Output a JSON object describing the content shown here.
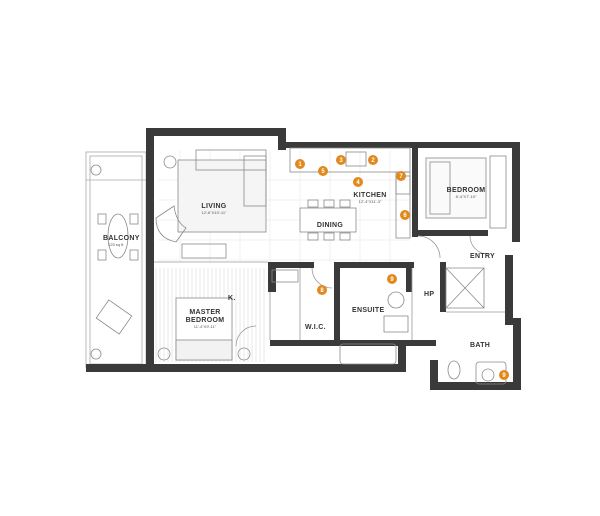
{
  "rooms": {
    "balcony": {
      "name": "BALCONY",
      "size": "125 sq ft"
    },
    "living": {
      "name": "LIVING",
      "size": "12'-6\"X10'-11\""
    },
    "dining": {
      "name": "DINING"
    },
    "kitchen": {
      "name": "KITCHEN",
      "size": "12'-4\"X11'-3\""
    },
    "bedroom": {
      "name": "BEDROOM",
      "size": "8'-4\"X7'-10\""
    },
    "master": {
      "name_line1": "MASTER",
      "name_line2": "BEDROOM",
      "size": "11'-4\"X9'-11\""
    },
    "wic": {
      "name": "W.I.C."
    },
    "ensuite": {
      "name": "ENSUITE"
    },
    "hp": {
      "name": "HP"
    },
    "entry": {
      "name": "ENTRY"
    },
    "bath": {
      "name": "BATH"
    },
    "k": {
      "name": "K."
    }
  },
  "markers": [
    "1",
    "2",
    "3",
    "4",
    "5",
    "6",
    "7",
    "8",
    "9",
    "9"
  ],
  "colors": {
    "wall": "#3a3a3a",
    "line": "#9a9a9a",
    "floor": "#c9c9c9",
    "marker": "#e08a1e"
  }
}
